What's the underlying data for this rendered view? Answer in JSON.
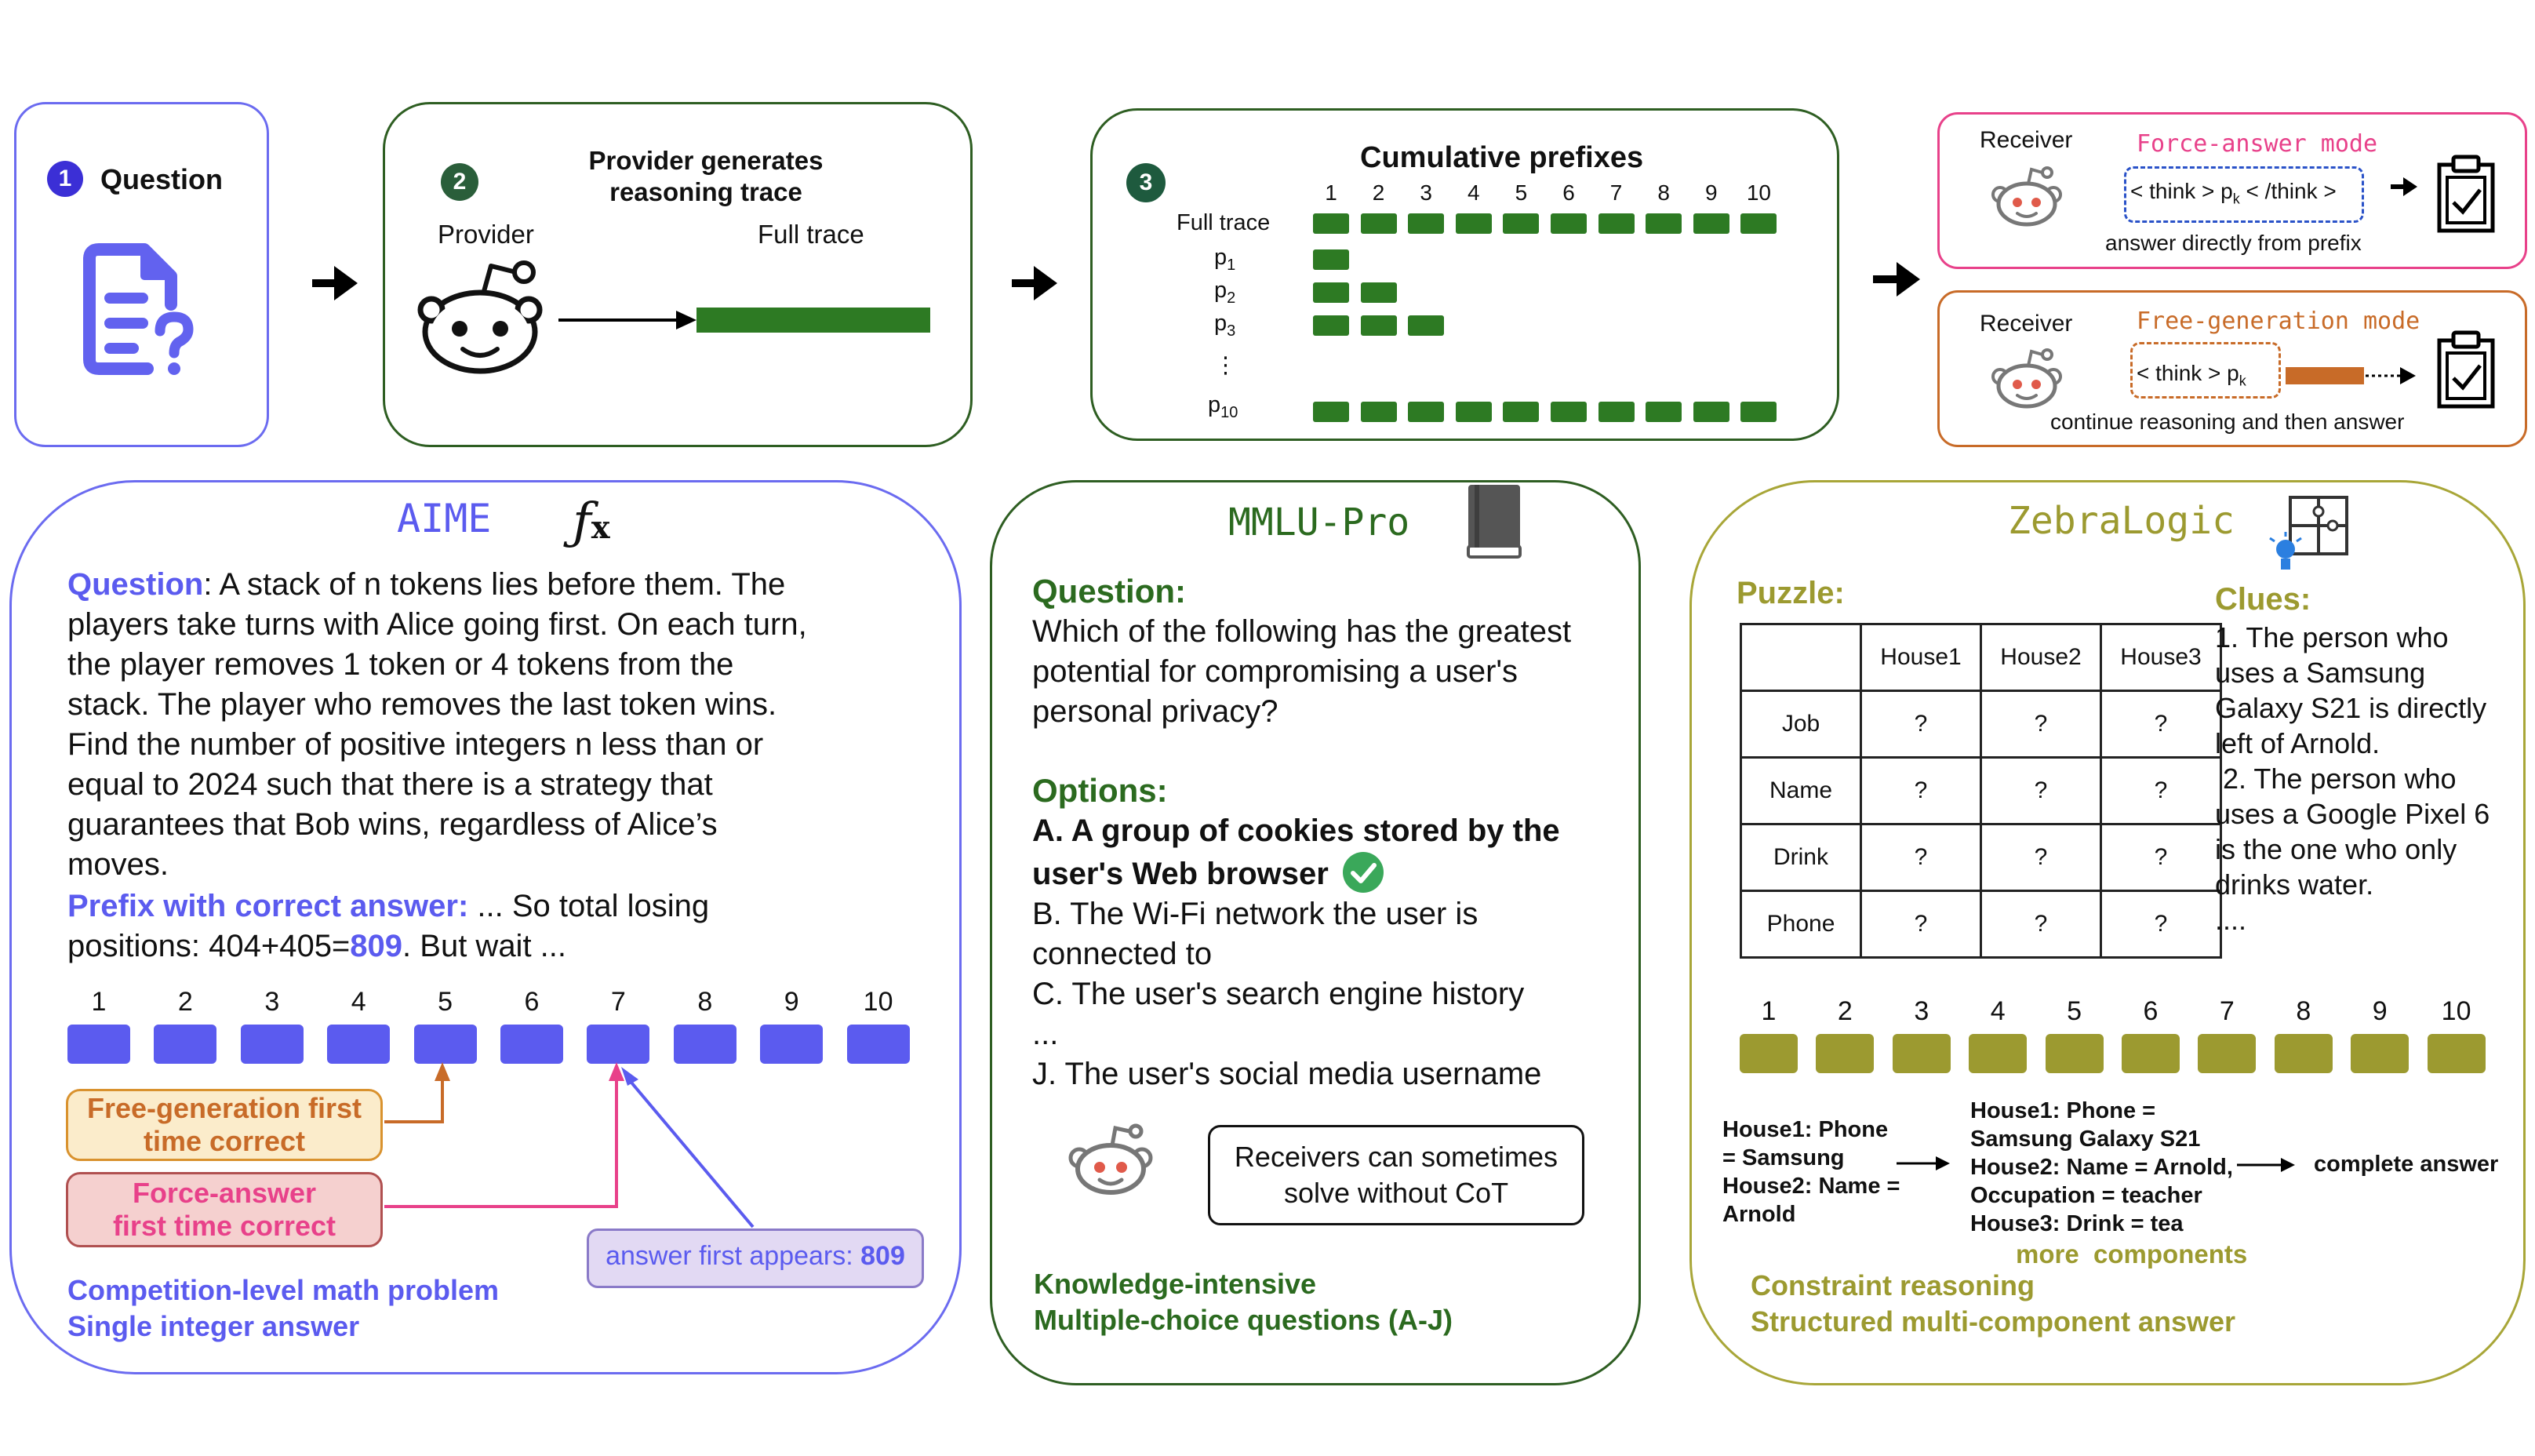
{
  "step1": {
    "number": "1",
    "label": "Question"
  },
  "step2": {
    "number": "2",
    "title_line1": "Provider generates",
    "title_line2": "reasoning trace",
    "provider_label": "Provider",
    "trace_label": "Full trace"
  },
  "step3": {
    "number": "3",
    "title": "Cumulative prefixes",
    "column_numbers": [
      "1",
      "2",
      "3",
      "4",
      "5",
      "6",
      "7",
      "8",
      "9",
      "10"
    ],
    "row_full": "Full trace",
    "row_labels": [
      {
        "main": "p",
        "sub": "1"
      },
      {
        "main": "p",
        "sub": "2"
      },
      {
        "main": "p",
        "sub": "3"
      },
      {
        "main": "p",
        "sub": "10"
      }
    ],
    "ellipsis": "⋮",
    "row_fill_counts": [
      10,
      1,
      2,
      3,
      10
    ]
  },
  "receiver_force": {
    "receiver_label": "Receiver",
    "mode": "Force-answer mode",
    "tag_open": "< think > p",
    "tag_sub": "k",
    "tag_close": " < /think >",
    "caption": "answer directly from prefix"
  },
  "receiver_free": {
    "receiver_label": "Receiver",
    "mode": "Free-generation mode",
    "tag_open": "< think > p",
    "tag_sub": "k",
    "caption": "continue reasoning and then answer"
  },
  "aime": {
    "title": "AIME",
    "question_label": "Question",
    "question_lines": [
      ":  A stack of n tokens lies before them. The",
      "players take turns with Alice going first. On each turn,",
      "the player removes 1 token or 4 tokens from the",
      "stack. The player who removes the last token wins.",
      "Find the number of positive integers n less than or",
      "equal to 2024 such that there is a strategy that",
      "guarantees that Bob wins, regardless of Alice’s",
      "moves."
    ],
    "prefix_label": "Prefix with correct answer:",
    "prefix_text1": " ... So total losing",
    "prefix_text2a": "positions: 404+405=",
    "prefix_answer": "809",
    "prefix_text2b": ". But wait ...",
    "numbers": [
      "1",
      "2",
      "3",
      "4",
      "5",
      "6",
      "7",
      "8",
      "9",
      "10"
    ],
    "free_line1": "Free-generation first",
    "free_line2": "time correct",
    "force_line1": "Force-answer",
    "force_line2": "first time correct",
    "appears_label": "answer first appears:  ",
    "appears_value": "809",
    "footer1": "Competition-level math problem",
    "footer2": "Single integer answer"
  },
  "mmlu": {
    "title": "MMLU-Pro",
    "question_label": "Question:",
    "question_lines": [
      "Which of the following has the greatest",
      "potential for compromising a user's",
      "personal privacy?"
    ],
    "options_label": "Options:",
    "option_a1": "A. A group of cookies stored by the",
    "option_a2": "user's Web browser",
    "option_b1": "B. The Wi-Fi network the user is",
    "option_b2": "connected to",
    "option_c": "C. The user's search engine history",
    "option_dots": "...",
    "option_j": "J. The user's social media username",
    "note_line1": "Receivers can sometimes",
    "note_line2": "solve without CoT",
    "footer1": "Knowledge-intensive",
    "footer2": "Multiple-choice questions (A-J)"
  },
  "zebra": {
    "title": "ZebraLogic",
    "puzzle_label": "Puzzle:",
    "clues_label": "Clues:",
    "table_header": [
      "",
      "House1",
      "House2",
      "House3"
    ],
    "table_rows": [
      [
        "Job",
        "?",
        "?",
        "?"
      ],
      [
        "Name",
        "?",
        "?",
        "?"
      ],
      [
        "Drink",
        "?",
        "?",
        "?"
      ],
      [
        "Phone",
        "?",
        "?",
        "?"
      ]
    ],
    "clue_lines": [
      "1. The person who",
      "uses a Samsung",
      "Galaxy S21 is directly",
      "left of Arnold.",
      " 2. The person who",
      "uses a Google Pixel 6",
      "is the one who only",
      "drinks water.",
      "...."
    ],
    "numbers": [
      "1",
      "2",
      "3",
      "4",
      "5",
      "6",
      "7",
      "8",
      "9",
      "10"
    ],
    "partial1_lines": [
      "House1: Phone",
      "= Samsung",
      "House2: Name =",
      "Arnold"
    ],
    "partial2_lines": [
      "House1: Phone =",
      "Samsung Galaxy S21",
      "House2: Name = Arnold,",
      "Occupation = teacher",
      "House3: Drink = tea"
    ],
    "more_components": "more  components",
    "complete_answer": "complete answer",
    "footer1": "Constraint reasoning",
    "footer2": "Structured multi-component answer"
  },
  "colors": {
    "purple": "#5b5bef",
    "green_dark": "#2b6a1f",
    "green_box": "#2d7a23",
    "olive": "#9c9a30",
    "pink": "#e8418a",
    "orange": "#c86b28",
    "blue_border": "#6b6bf0",
    "green_border": "#2e5e22",
    "olive_border": "#a8a638"
  }
}
